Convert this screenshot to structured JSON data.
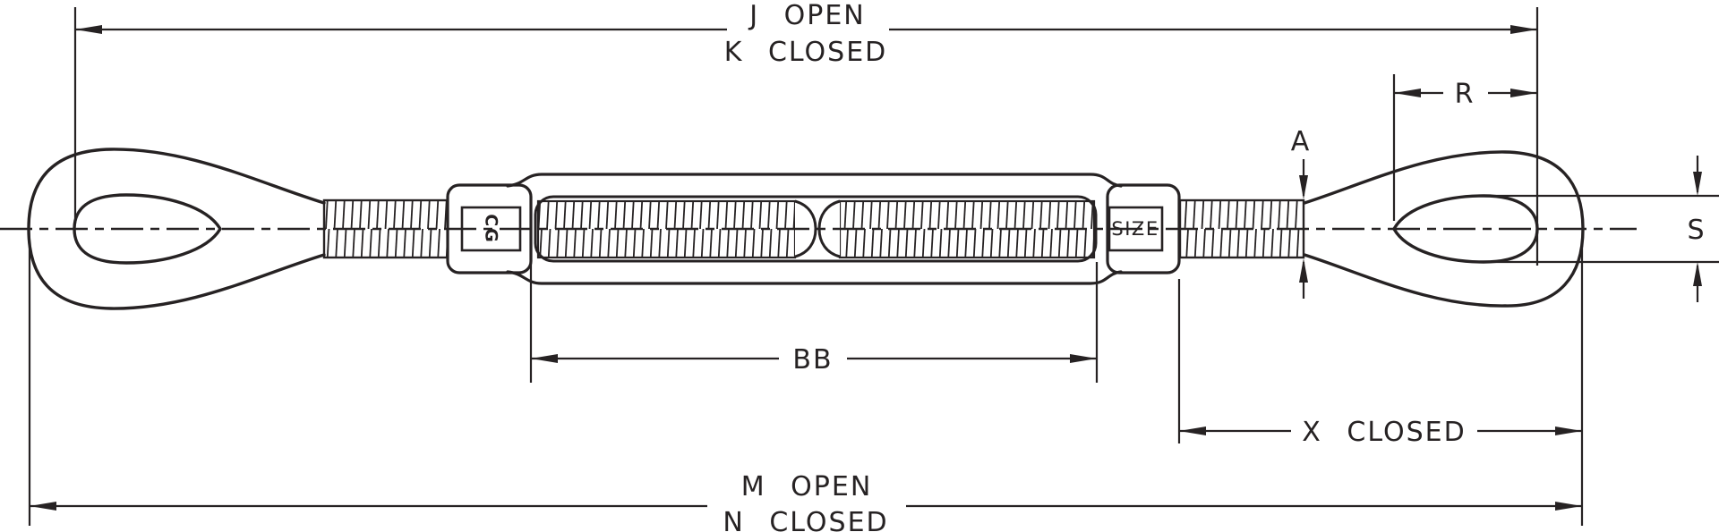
{
  "drawing": {
    "background": "#ffffff",
    "ink": "#262223",
    "labels": {
      "jk_open": "J OPEN",
      "jk_closed": "K CLOSED",
      "r": "R",
      "a": "A",
      "s": "S",
      "bb": "BB",
      "x_closed": "X CLOSED",
      "mn_open": "M OPEN",
      "mn_closed": "N CLOSED"
    },
    "markings": {
      "size_stamp": "SIZE",
      "logo": "CG"
    }
  }
}
